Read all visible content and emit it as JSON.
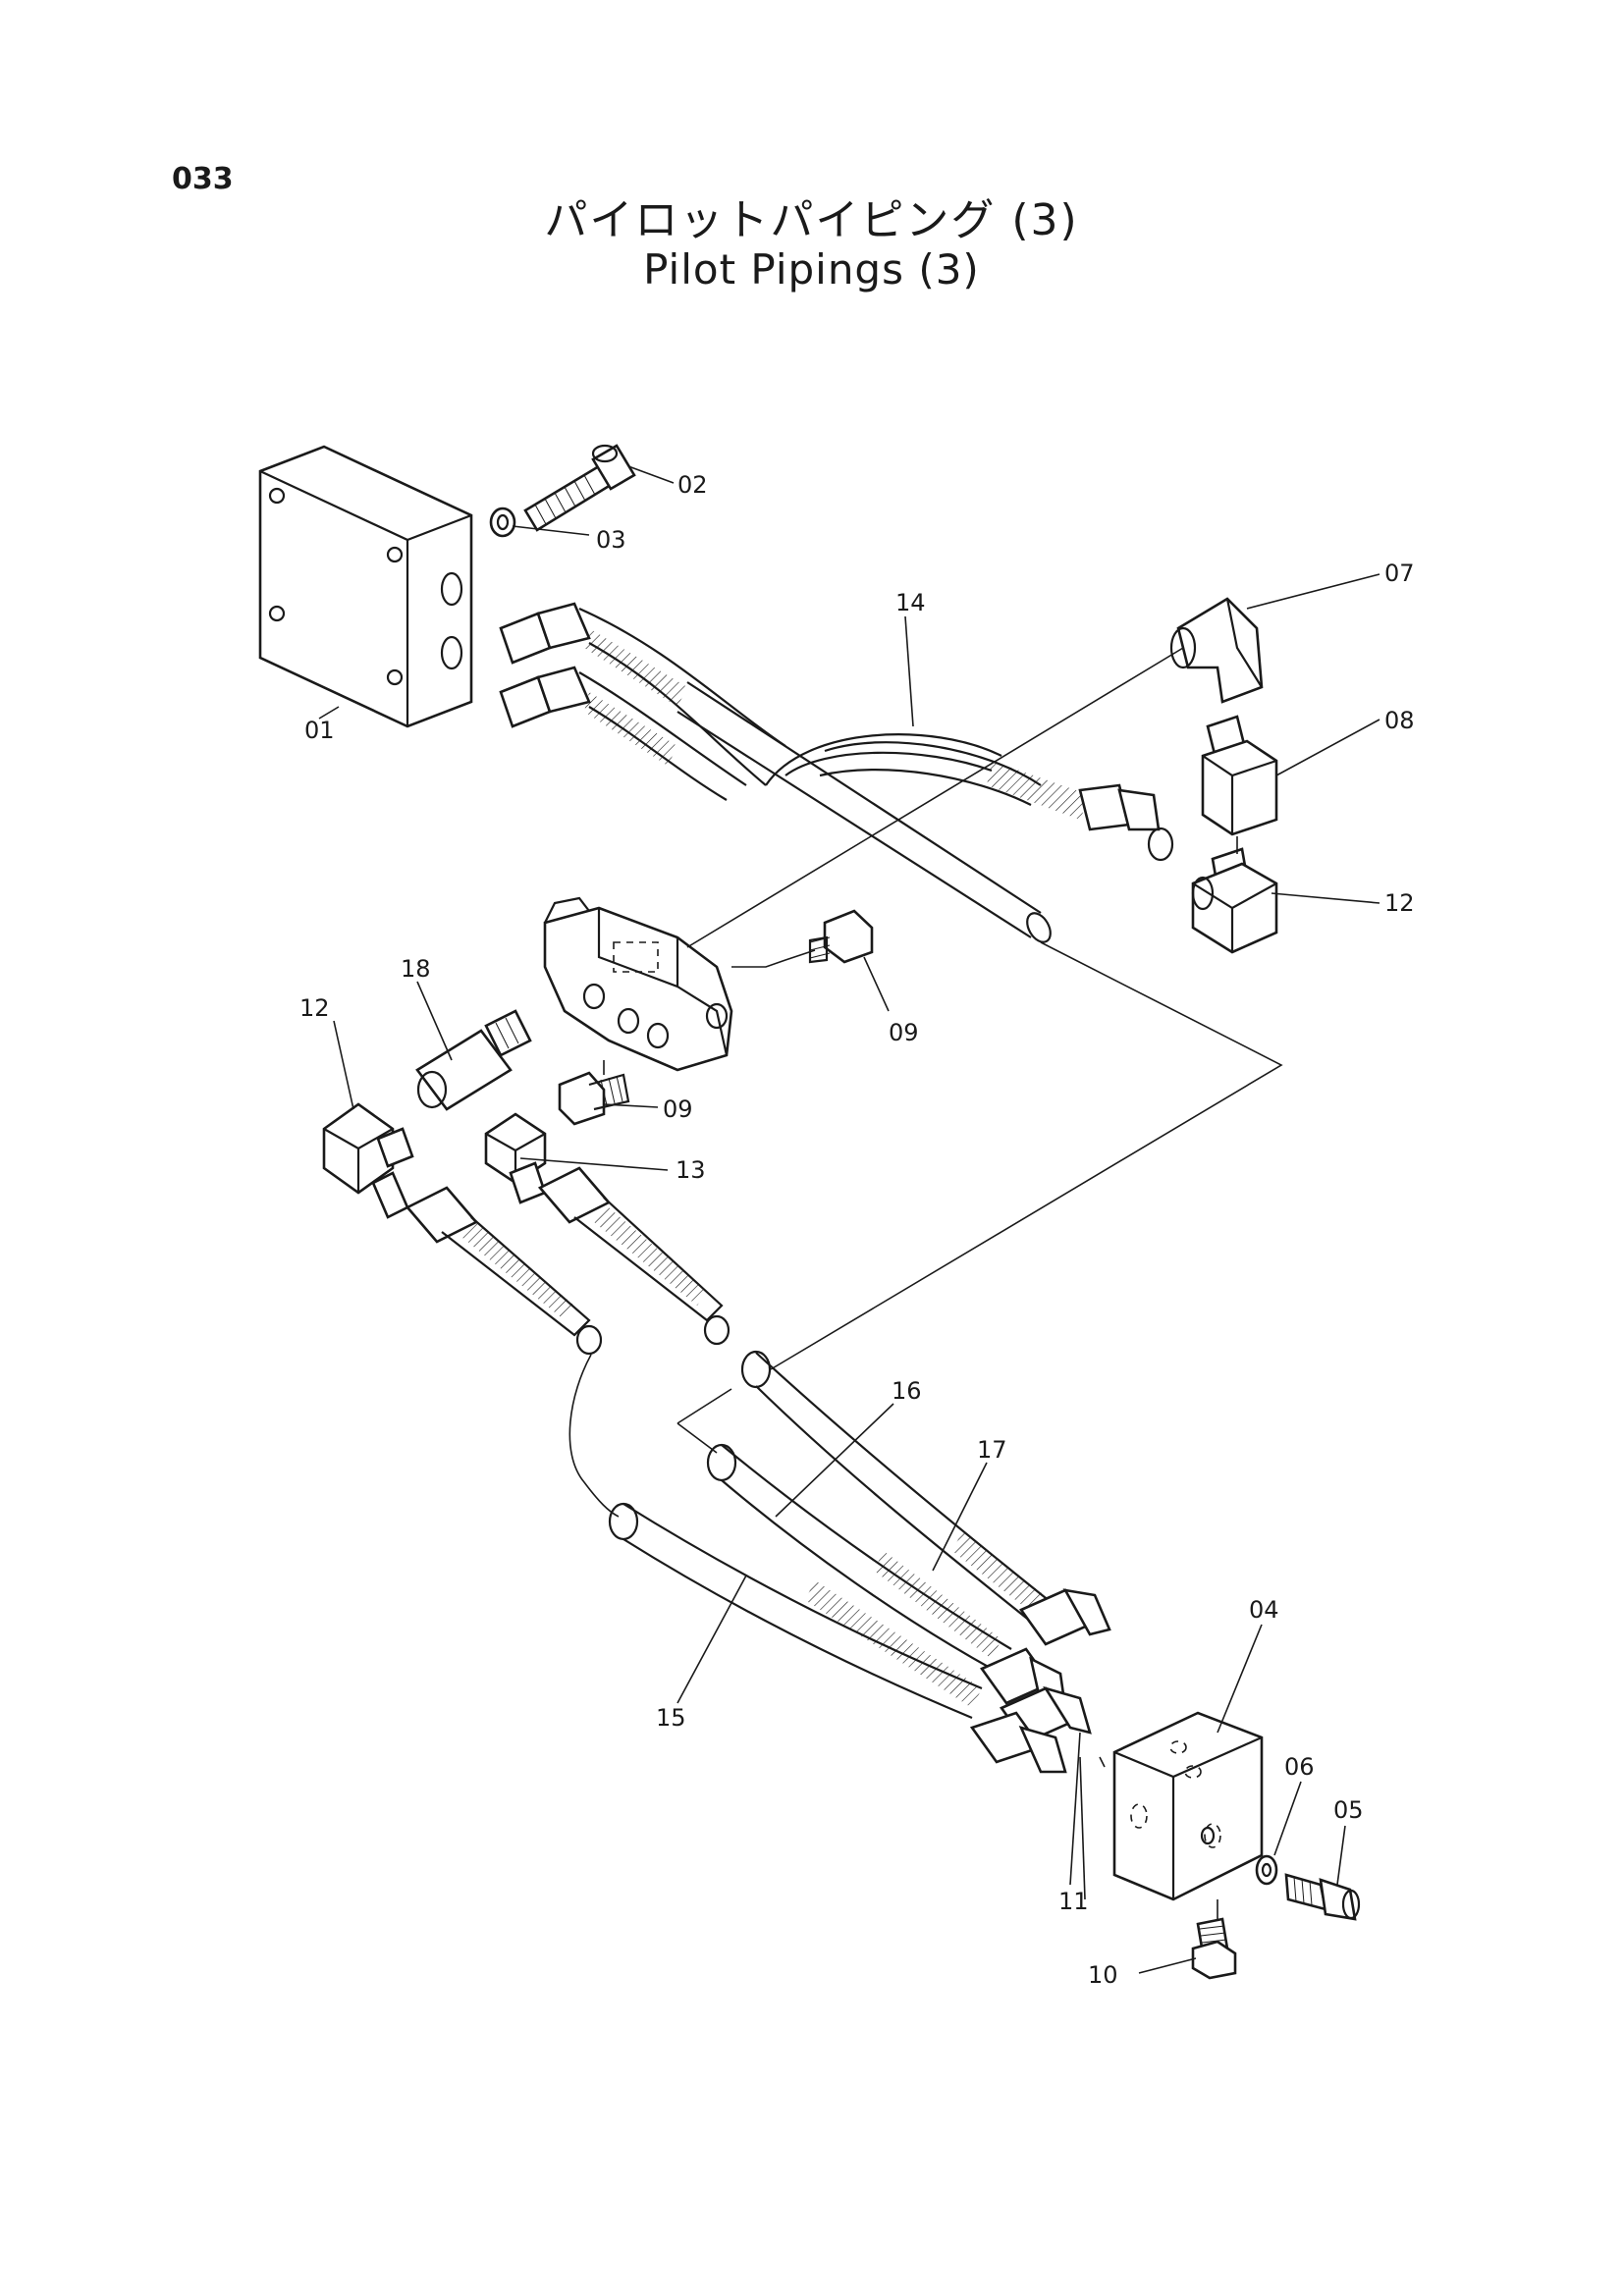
{
  "page": {
    "number": "033",
    "title_ja": "パイロットパイピング (3)",
    "title_en": "Pilot Pipings (3)"
  },
  "callouts": {
    "c01": "01",
    "c02": "02",
    "c03": "03",
    "c04": "04",
    "c05": "05",
    "c06": "06",
    "c07": "07",
    "c08": "08",
    "c09a": "09",
    "c09b": "09",
    "c10": "10",
    "c11": "11",
    "c12a": "12",
    "c12b": "12",
    "c13": "13",
    "c14": "14",
    "c15": "15",
    "c16": "16",
    "c17": "17",
    "c18": "18"
  }
}
